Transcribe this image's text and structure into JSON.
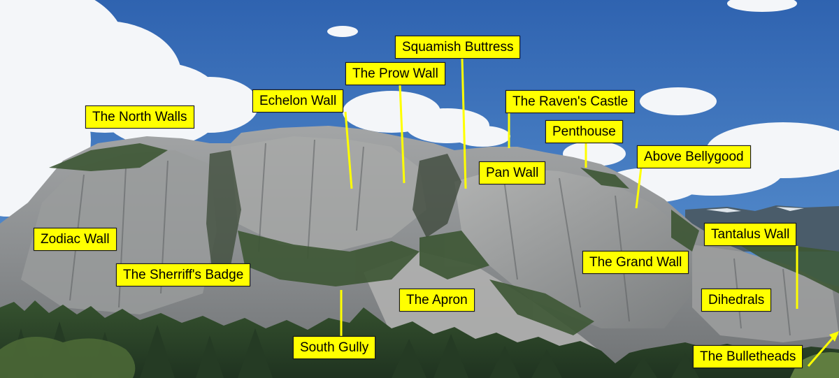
{
  "labels": {
    "north_walls": "The North Walls",
    "echelon_wall": "Echelon Wall",
    "prow_wall": "The Prow Wall",
    "squamish_buttress": "Squamish Buttress",
    "ravens_castle": "The Raven's Castle",
    "penthouse": "Penthouse",
    "above_bellygood": "Above Bellygood",
    "pan_wall": "Pan Wall",
    "zodiac_wall": "Zodiac Wall",
    "sherriffs_badge": "The Sherriff's Badge",
    "tantalus_wall": "Tantalus Wall",
    "grand_wall": "The Grand Wall",
    "apron": "The Apron",
    "dihedrals": "Dihedrals",
    "south_gully": "South Gully",
    "bulletheads": "The Bulletheads"
  },
  "colors": {
    "label_fill": "#ffff00",
    "label_border": "#1a1a1a",
    "sky": "#3a6fb8",
    "granite": "#8e9194",
    "forest": "#2f4a2a"
  }
}
